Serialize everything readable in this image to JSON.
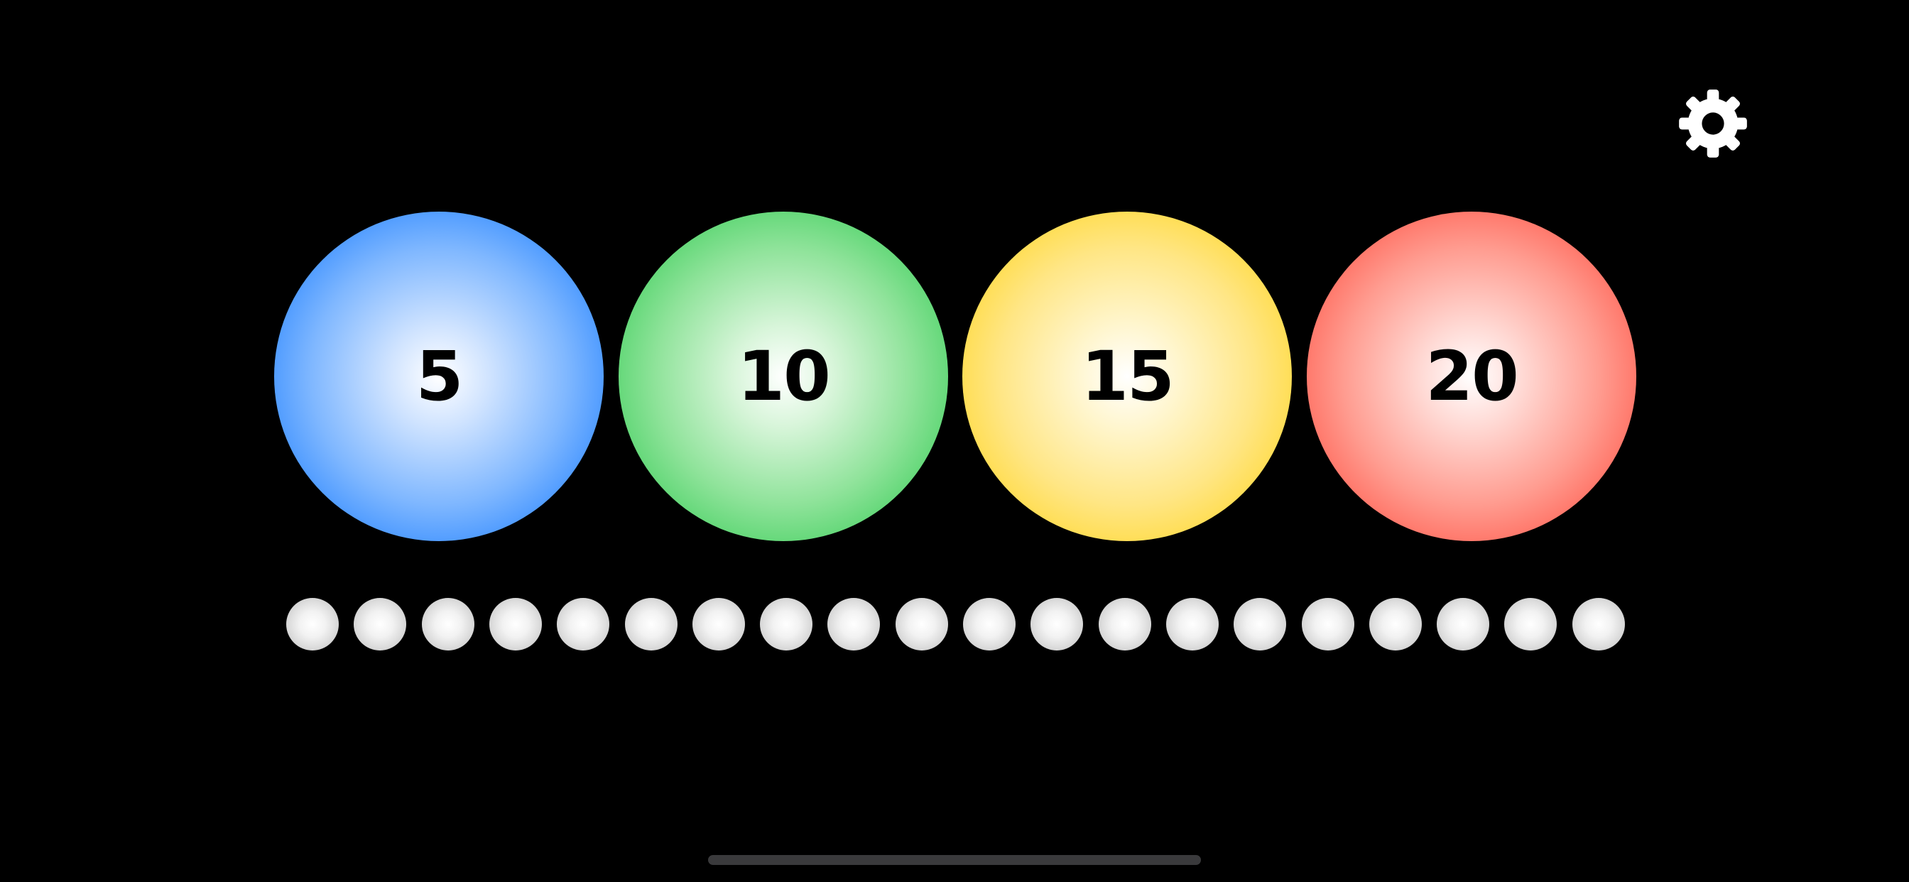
{
  "settings": {
    "icon": "gear-icon",
    "color": "#ffffff"
  },
  "values": [
    {
      "label": "5",
      "color": "#1a7cff"
    },
    {
      "label": "10",
      "color": "#34c759"
    },
    {
      "label": "15",
      "color": "#ffd60a"
    },
    {
      "label": "20",
      "color": "#ff453a"
    }
  ],
  "tokens": {
    "count": 20,
    "color": "#e0e0e0"
  },
  "background": "#000000"
}
